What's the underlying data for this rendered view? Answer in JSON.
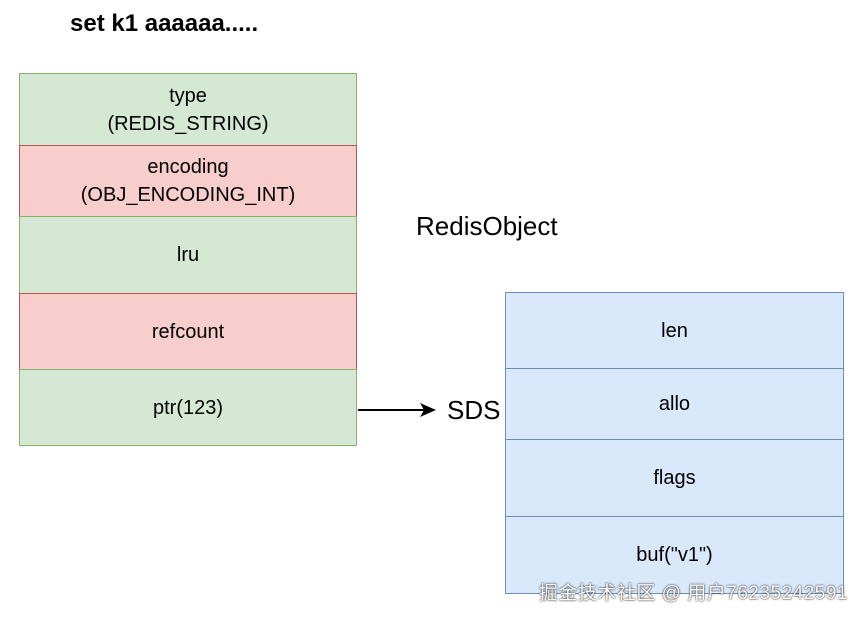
{
  "title": "set k1 aaaaaa.....",
  "redis_object": {
    "label": "RedisObject",
    "fields": [
      {
        "line1": "type",
        "line2": "(REDIS_STRING)"
      },
      {
        "line1": "encoding",
        "line2": "(OBJ_ENCODING_INT)"
      },
      {
        "line1": "lru"
      },
      {
        "line1": "refcount"
      },
      {
        "line1": "ptr(123)"
      }
    ]
  },
  "pointer_target": "SDS",
  "sds": {
    "fields": [
      "len",
      "allo",
      "flags",
      "buf(\"v1\")"
    ]
  },
  "watermark": "掘金技术社区 @ 用户76235242591"
}
